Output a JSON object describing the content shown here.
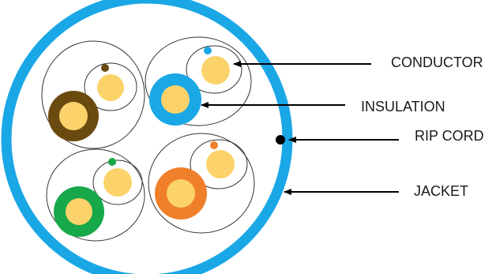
{
  "labels": {
    "conductor": "CONDUCTOR",
    "insulation": "INSULATION",
    "rip_cord": "RIP CORD",
    "jacket": "JACKET"
  },
  "colors": {
    "jacket": "#1aa7e6",
    "conductor": "#fbd36a",
    "rip_cord": "#000000",
    "pair_outline": "#333333",
    "pairs": {
      "brown": "#6b4a10",
      "blue": "#1aa7e6",
      "green": "#17a84a",
      "orange": "#f07f2a"
    }
  }
}
